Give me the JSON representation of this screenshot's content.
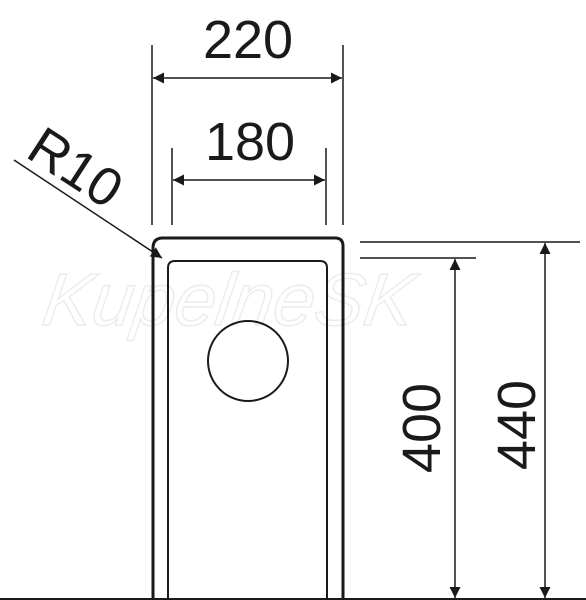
{
  "drawing": {
    "watermark": "KupelneSK",
    "dimensions": {
      "outer_width": "220",
      "inner_width": "180",
      "corner_radius": "R10",
      "inner_depth": "400",
      "outer_depth": "440"
    }
  }
}
